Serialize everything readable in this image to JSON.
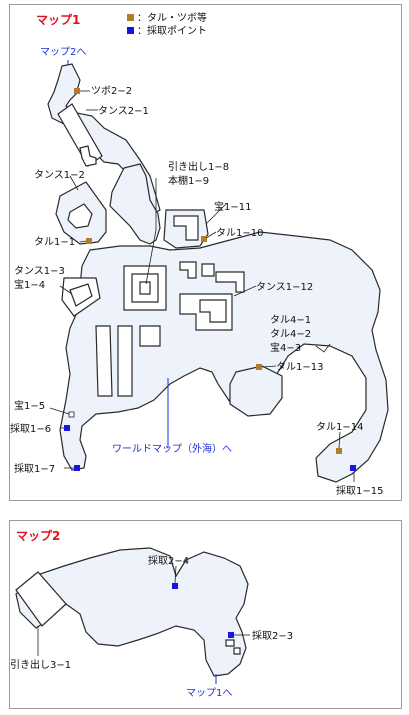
{
  "legend": {
    "treasure_label": "：タル・ツボ等",
    "gather_label": "：採取ポイント",
    "treasure_color": "#b07d2e",
    "gather_color": "#1515e6"
  },
  "map1": {
    "title": "マップ1",
    "exit_top": "マップ2へ",
    "exit_world": "ワールドマップ（外海）へ",
    "labels": {
      "tsubo2_2": "ツボ2−2",
      "tansu2_1": "タンス2−1",
      "tansu1_2": "タンス1−2",
      "hikidashi1_8": "引き出し1−8",
      "hondana1_9": "本棚1−9",
      "takara1_11": "宝1−11",
      "taru1_10": "タル1−10",
      "taru1_1": "タル1−1",
      "tansu1_3": "タンス1−3",
      "takara1_4": "宝1−4",
      "tansu1_12": "タンス1−12",
      "taru4_1": "タル4−1",
      "taru4_2": "タル4−2",
      "takara4_3": "宝4−3",
      "taru1_13": "タル1−13",
      "takara1_5": "宝1−5",
      "saishu1_6": "採取1−6",
      "saishu1_7": "採取1−7",
      "taru1_14": "タル1−14",
      "saishu1_15": "採取1−15"
    }
  },
  "map2": {
    "title": "マップ2",
    "exit_bottom": "マップ1へ",
    "labels": {
      "saishu2_4": "採取2−4",
      "saishu2_3": "採取2−3",
      "hikidashi3_1": "引き出し3−1"
    }
  }
}
